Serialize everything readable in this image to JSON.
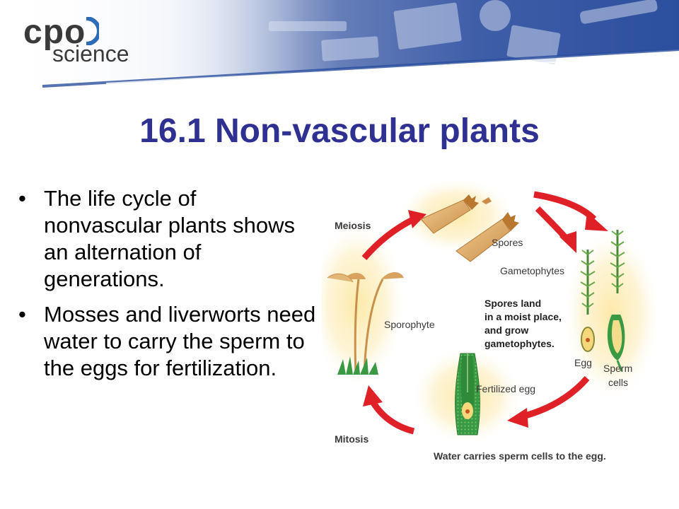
{
  "brand": {
    "logo_cpo": "cpo",
    "logo_science": "science"
  },
  "slide": {
    "title": "16.1 Non-vascular plants"
  },
  "bullets": [
    "The life cycle of nonvascular plants shows an alternation of generations.",
    "Mosses and liverworts need water to carry the sperm to the eggs for fertilization."
  ],
  "diagram": {
    "labels": {
      "meiosis": "Meiosis",
      "spores": "Spores",
      "gametophytes": "Gametophytes",
      "sporophyte": "Sporophyte",
      "egg": "Egg",
      "sperm_line1": "Sperm",
      "sperm_line2": "cells",
      "fertilized_egg": "Fertilized egg",
      "mitosis": "Mitosis",
      "water_caption": "Water carries sperm cells to the egg."
    },
    "note_lines": [
      "Spores land",
      "in a moist place,",
      "and grow",
      "gametophytes."
    ]
  },
  "colors": {
    "title": "#2e3192",
    "arrow": "#e02027",
    "banner_blue": "#2b4f9e",
    "glow": "#fde9a8",
    "plant_green": "#2f8a3a",
    "spore_tan": "#d9a35f"
  }
}
